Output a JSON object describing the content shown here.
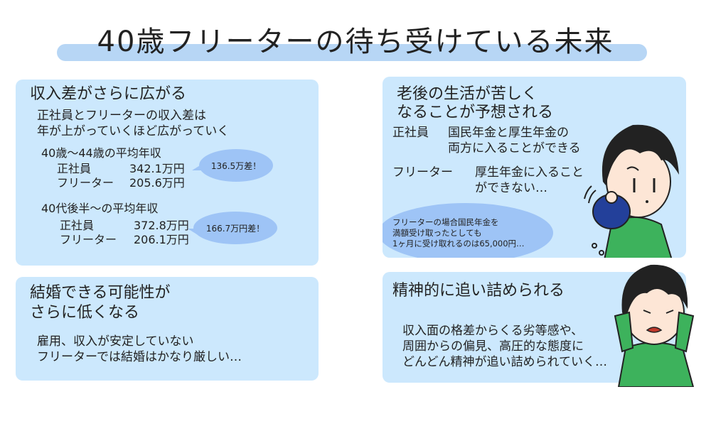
{
  "title": "40歳フリーターの待ち受けている未来",
  "colors": {
    "panel": "#cce8fd",
    "bubble": "#9ec4f6",
    "highlight": "#b7d6f5",
    "shirt": "#3db25c",
    "wallet": "#23409a"
  },
  "income": {
    "heading": "収入差がさらに広がる",
    "desc": [
      "正社員とフリーターの収入差は",
      "年が上がっていくほど広がっていく"
    ],
    "groups": [
      {
        "label": "40歳〜44歳の平均年収",
        "rows": [
          {
            "type": "正社員",
            "value": "342.1万円"
          },
          {
            "type": "フリーター",
            "value": "205.6万円"
          }
        ],
        "diff": "136.5万差！"
      },
      {
        "label": "40代後半〜の平均年収",
        "rows": [
          {
            "type": "正社員",
            "value": "372.8万円"
          },
          {
            "type": "フリーター",
            "value": "206.1万円"
          }
        ],
        "diff": "166.7万円差！"
      }
    ]
  },
  "marriage": {
    "heading": [
      "結婚できる可能性が",
      "さらに低くなる"
    ],
    "desc": [
      "雇用、収入が安定していない",
      "フリーターでは結婚はかなり厳しい…"
    ]
  },
  "pension": {
    "heading": [
      "老後の生活が苦しく",
      "なることが予想される"
    ],
    "rows": [
      {
        "type": "正社員",
        "text": [
          "国民年金と厚生年金の",
          "両方に入ることができる"
        ]
      },
      {
        "type": "フリーター",
        "text": [
          "厚生年金に入ること",
          "ができない…"
        ]
      }
    ],
    "bubble": [
      "フリーターの場合国民年金を",
      "満額受け取ったとしても",
      "1ヶ月に受け取れるのは65,000円…"
    ]
  },
  "mental": {
    "heading": "精神的に追い詰められる",
    "desc": [
      "収入面の格差からくる劣等感や、",
      "周囲からの偏見、高圧的な態度に",
      "どんどん精神が追い詰められていく…"
    ]
  }
}
